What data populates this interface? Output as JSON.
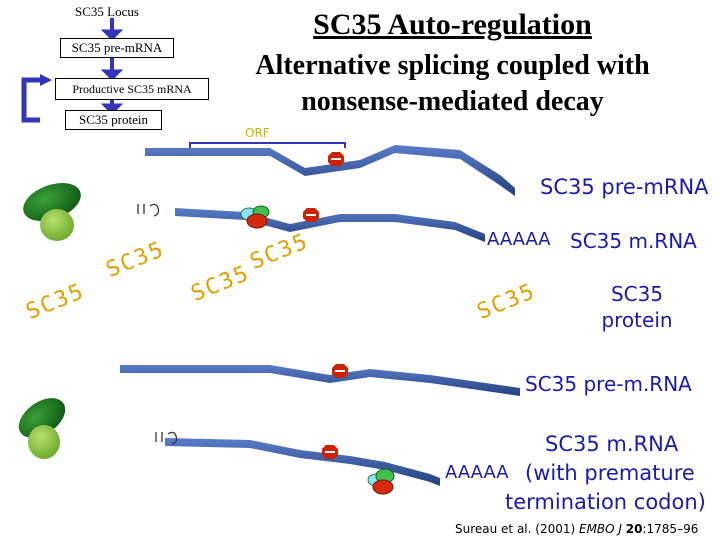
{
  "flowchart": {
    "locus": "SC35 Locus",
    "pre_mrna": "SC35 pre-mRNA",
    "productive_mrna": "Productive SC35 mRNA",
    "protein": "SC35 protein"
  },
  "title": {
    "line1": "SC35 Auto-regulation",
    "line2": "Alternative splicing coupled with",
    "line3": "nonsense-mediated decay"
  },
  "orf_label": "ORF",
  "top_panel": {
    "pre_mrna_label": "SC35 pre-mRNA",
    "polya": "AAAAA",
    "mrna_label": "SC35 m.RNA",
    "protein_line1": "SC35",
    "protein_line2": "protein",
    "sc35_labels": [
      "SC35",
      "SC35",
      "SC35",
      "SC35",
      "SC35"
    ]
  },
  "bottom_panel": {
    "pre_mrna_label": "SC35 pre-m.RNA",
    "mrna_line1": "SC35 m.RNA",
    "mrna_line2": "(with premature",
    "mrna_line3": "termination codon)",
    "polya": "AAAAA"
  },
  "citation": {
    "authors": "Sureau et al. (2001) ",
    "journal": "EMBO J",
    "volume": "20",
    "pages": ":1785–96"
  },
  "colors": {
    "rna_blue": "#2f4fa0",
    "sc35_orange": "#e0a000",
    "label_blue": "#1a1ab0",
    "arrow_blue": "#3333bb",
    "stop_red": "#cc2200",
    "factor_dark_green": "#1e7a1e",
    "factor_light_green": "#8cc43c"
  }
}
